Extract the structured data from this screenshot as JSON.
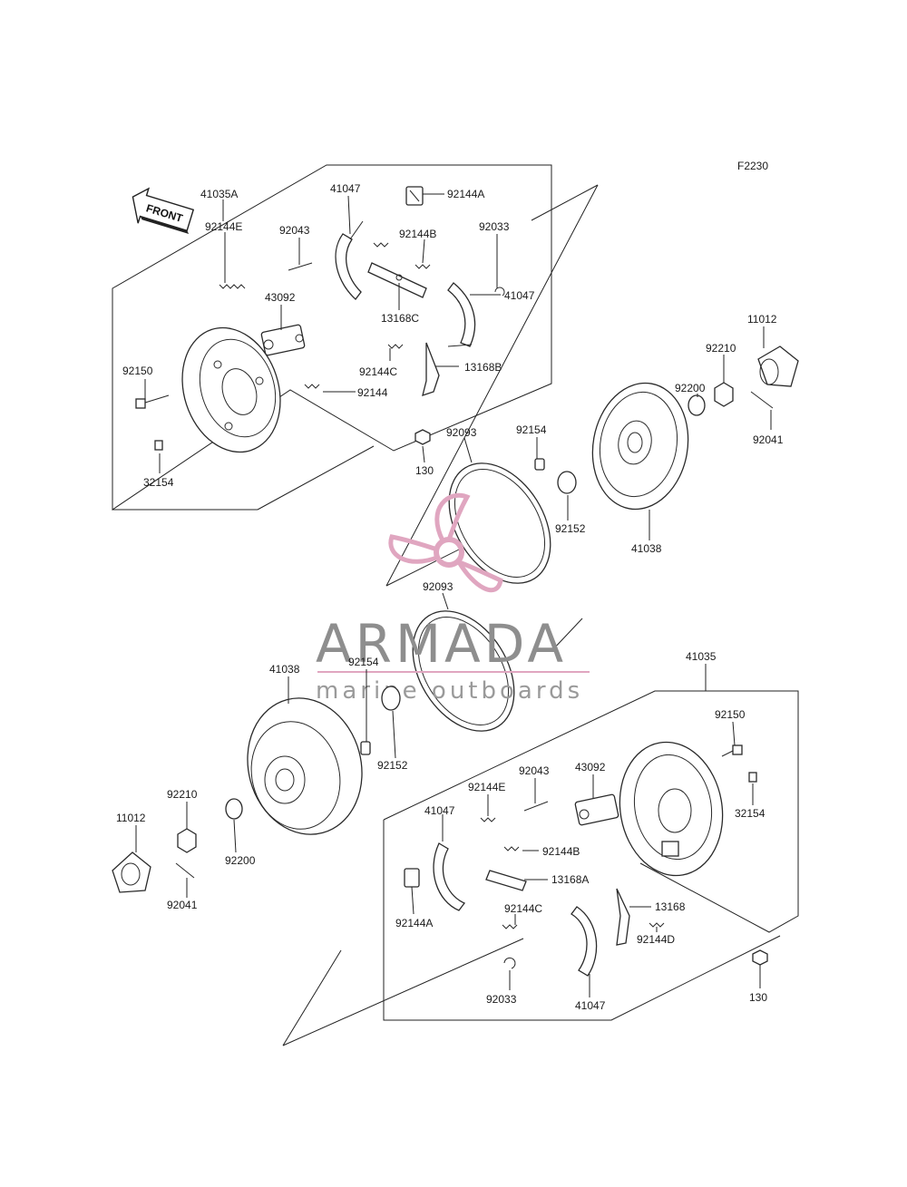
{
  "figure_code": "F2230",
  "front_badge": "FRONT",
  "watermark": {
    "brand": "ARMADA",
    "tagline": "marine outboards",
    "accent_color": "#e0a6c0",
    "text_color": "#8e8e8e"
  },
  "labels": {
    "a41035A": "41035A",
    "a41047_1": "41047",
    "a92144A_1": "92144A",
    "a92043_1": "92043",
    "a92144B_1": "92144B",
    "a92033_1": "92033",
    "a92144E_1": "92144E",
    "a43092_1": "43092",
    "a13168C": "13168C",
    "a41047_2": "41047",
    "a92150_1": "92150",
    "a92144C_1": "92144C",
    "a13168B": "13168B",
    "a92144_1": "92144",
    "a11012_1": "11012",
    "a92210_1": "92210",
    "a92200_1": "92200",
    "a92041_1": "92041",
    "a92154_1": "92154",
    "a92093_1": "92093",
    "a130_1": "130",
    "a32154_1": "32154",
    "a92152_1": "92152",
    "a41038_1": "41038",
    "a92093_2": "92093",
    "a41038_2": "41038",
    "a92154_2": "92154",
    "a41035": "41035",
    "a92150_2": "92150",
    "a92152_2": "92152",
    "a92043_2": "92043",
    "a43092_2": "43092",
    "a92144E_2": "92144E",
    "a32154_2": "32154",
    "a92210_2": "92210",
    "a11012_2": "11012",
    "a41047_3": "41047",
    "a92200_2": "92200",
    "a92144B_2": "92144B",
    "a13168A": "13168A",
    "a92041_2": "92041",
    "a92144A_2": "92144A",
    "a92144C_2": "92144C",
    "a13168": "13168",
    "a92144D": "92144D",
    "a92033_2": "92033",
    "a41047_4": "41047",
    "a130_2": "130"
  }
}
